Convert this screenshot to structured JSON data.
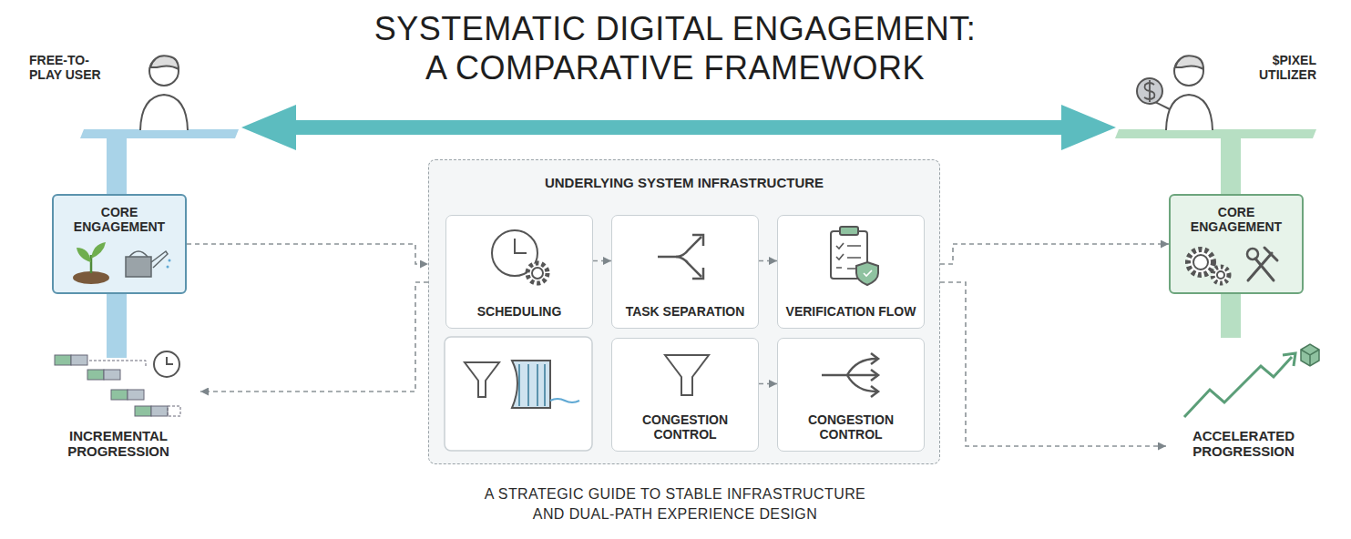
{
  "diagram": {
    "title": "SYSTEMATIC DIGITAL ENGAGEMENT: A COMPARATIVE FRAMEWORK",
    "caption": "A STRATEGIC GUIDE TO STABLE INFRASTRUCTURE AND DUAL-PATH EXPERIENCE DESIGN",
    "nodes": [
      {
        "text": [
          "FREE-TO-PLAY USER"
        ]
      },
      {
        "text": [
          "CORE ENGAGEMENT"
        ]
      },
      {
        "text": [
          "INCREMENTAL PROGRESSION"
        ]
      },
      {
        "text": [
          "UNDERLYING SYSTEM INFRASTRUCTURE"
        ]
      },
      {
        "text": [
          "SCHEDULING"
        ],
        "in": 3
      },
      {
        "text": [
          "TASK SEPARATION"
        ],
        "in": 3
      },
      {
        "text": [
          "VERIFICATION FLOW"
        ],
        "in": 3
      },
      {
        "text": [
          "CONGESTION CONTROL"
        ],
        "in": 3
      },
      {
        "text": [
          "CONGESTION CONTROL"
        ],
        "in": 3
      },
      {
        "text": [
          "$PIXEL UTILIZER"
        ]
      },
      {
        "text": [
          "CORE ENGAGEMENT"
        ]
      },
      {
        "text": [
          "ACCELERATED PROGRESSION"
        ]
      }
    ],
    "edges": [
      {
        "from": 0,
        "to": 9,
        "arrow": "both"
      },
      {
        "from": 1,
        "to": 3,
        "arrow": "to"
      },
      {
        "from": 3,
        "to": 10,
        "arrow": "to"
      },
      {
        "from": 3,
        "to": 2,
        "arrow": "to"
      },
      {
        "from": 3,
        "to": 11,
        "arrow": "to"
      },
      {
        "from": 4,
        "to": 5,
        "arrow": "to"
      },
      {
        "from": 5,
        "to": 6,
        "arrow": "to"
      },
      {
        "from": 7,
        "to": 8,
        "arrow": "to"
      }
    ]
  }
}
